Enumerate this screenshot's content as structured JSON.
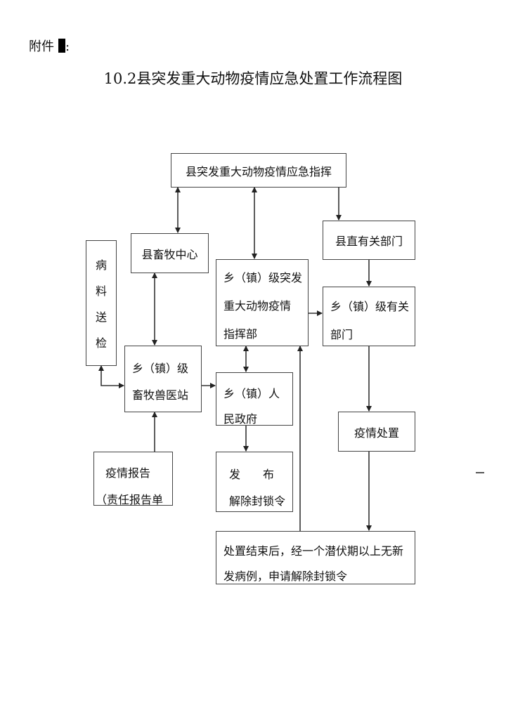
{
  "header": {
    "attachment_label": "附件",
    "attachment_suffix": ":"
  },
  "title": "10.2县突发重大动物疫情应急处置工作流程图",
  "nodes": {
    "county_command": "县突发重大动物疫情应急指挥",
    "county_livestock_center": "县畜牧中心",
    "sample_inspection": [
      "病",
      "料",
      "送",
      "检"
    ],
    "township_command": [
      "乡（镇）级突发",
      "重大动物疫情",
      "指挥部"
    ],
    "county_departments": "县直有关部门",
    "township_departments": [
      "乡（镇）级有关",
      "部门"
    ],
    "township_vet_station": [
      "乡（镇）级",
      "畜牧兽医站"
    ],
    "township_government": [
      "乡（镇）人",
      "民政府"
    ],
    "epidemic_report": [
      "疫情报告",
      "（责任报告单"
    ],
    "release_order": [
      "发　　布",
      "解除封锁令"
    ],
    "epidemic_handling": "疫情处置",
    "final_step": [
      "处置结束后，经一个潜伏期以上无新",
      "发病例，申请解除封锁令"
    ]
  },
  "colors": {
    "line": "#333333",
    "border": "#444444"
  }
}
